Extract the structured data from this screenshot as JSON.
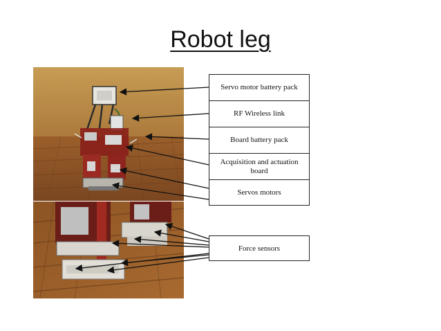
{
  "slide": {
    "title": "Robot leg"
  },
  "labels": [
    "Servo motor battery pack",
    "RF Wireless link",
    "Board battery pack",
    "Acquisition and actuation board",
    "Servos motors"
  ],
  "force_label": "Force sensors"
}
